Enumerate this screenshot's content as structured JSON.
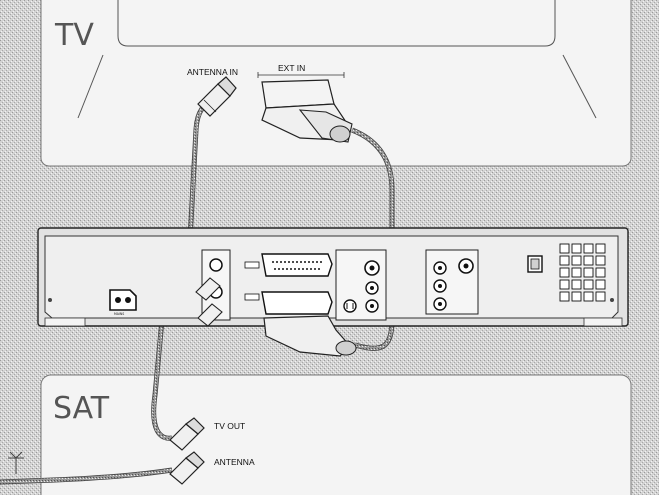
{
  "tv": {
    "title": "TV",
    "antenna_in": "ANTENNA IN",
    "ext_in": "EXT IN"
  },
  "sat": {
    "title": "SAT",
    "tv_out": "TV OUT",
    "antenna": "ANTENNA"
  },
  "recorder": {
    "mains_label": "MAINS"
  },
  "colors": {
    "panel": "#f4f4f4",
    "stroke": "#666666",
    "device": "#ececec",
    "cable": "#8a8a8a",
    "texture": "#bdbdbd"
  }
}
